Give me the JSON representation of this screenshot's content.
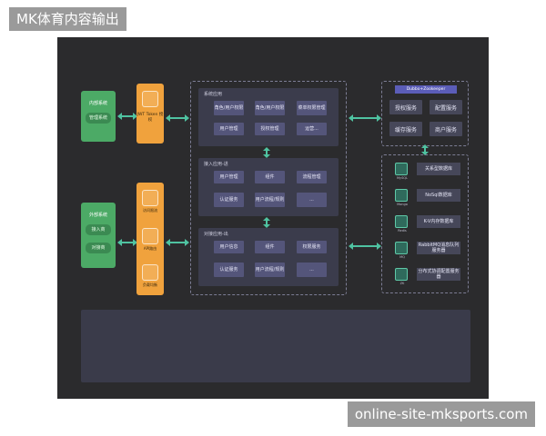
{
  "header": {
    "title": "MK体育内容输出"
  },
  "footer": {
    "watermark": "online-site-mksports.com"
  },
  "diagram": {
    "internal": {
      "title": "内部系统",
      "items": [
        "管理系统"
      ]
    },
    "external": {
      "title": "外部系统",
      "items": [
        "接入商",
        "对接商"
      ]
    },
    "auth": {
      "title": "JWT Token 授权"
    },
    "gateway": {
      "items": [
        "访问限流",
        "API路由",
        "负载均衡"
      ]
    },
    "system_apps": {
      "title": "系统应用",
      "items": [
        "角色/用户权限",
        "角色/用户权限",
        "菜单权限管理",
        "用户管理",
        "授权管理",
        "运营..."
      ]
    },
    "access_apps": {
      "title": "接入应用-进",
      "items": [
        "用户管理",
        "组件",
        "流程管理",
        "认证服务",
        "用户流程/规则",
        "..."
      ]
    },
    "outer_apps": {
      "title": "对接应用-出",
      "items": [
        "用户信息",
        "组件",
        "权限服务",
        "认证服务",
        "用户流程/规则",
        "..."
      ]
    },
    "registry": {
      "title": "Dubbo+Zookeeper",
      "items": [
        "授权服务",
        "配置服务",
        "缓存服务",
        "商户服务"
      ]
    },
    "storage": [
      {
        "sub": "MySQL",
        "label": "关系型数据库"
      },
      {
        "sub": "Mongo",
        "label": "NoSql数据库"
      },
      {
        "sub": "Redis",
        "label": "K-V内存数据库"
      },
      {
        "sub": "MQ",
        "label": "RabbitMQ消息队列服务器"
      },
      {
        "sub": "ZK",
        "label": "分布式协调配置服务器"
      }
    ]
  },
  "colors": {
    "canvas": "#2b2b2d",
    "green": "#4caa66",
    "orange": "#f0a23d",
    "arrow": "#4fc3a1",
    "panel": "#3b3c4c"
  }
}
